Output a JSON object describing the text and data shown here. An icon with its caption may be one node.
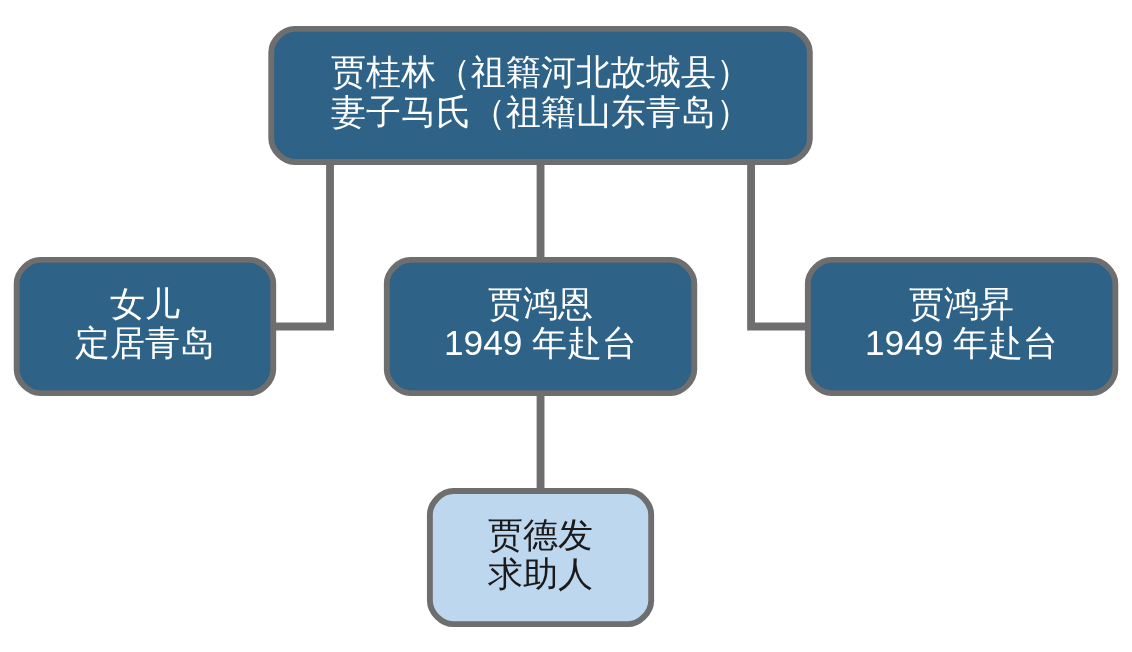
{
  "diagram": {
    "nodes": [
      {
        "text": [
          "贾桂林（祖籍河北故城县）",
          "妻子马氏（祖籍山东青岛）"
        ]
      },
      {
        "text": [
          "女儿",
          "定居青岛"
        ]
      },
      {
        "text": [
          "贾鸿恩",
          "1949 年赴台"
        ]
      },
      {
        "text": [
          "贾鸿昇",
          "1949 年赴台"
        ]
      },
      {
        "text": [
          "贾德发",
          "求助人"
        ]
      }
    ],
    "edges": [
      {
        "from": 0,
        "to": 1,
        "arrow": "none"
      },
      {
        "from": 0,
        "to": 2,
        "arrow": "none"
      },
      {
        "from": 0,
        "to": 3,
        "arrow": "none"
      },
      {
        "from": 2,
        "to": 4,
        "arrow": "none"
      }
    ]
  }
}
